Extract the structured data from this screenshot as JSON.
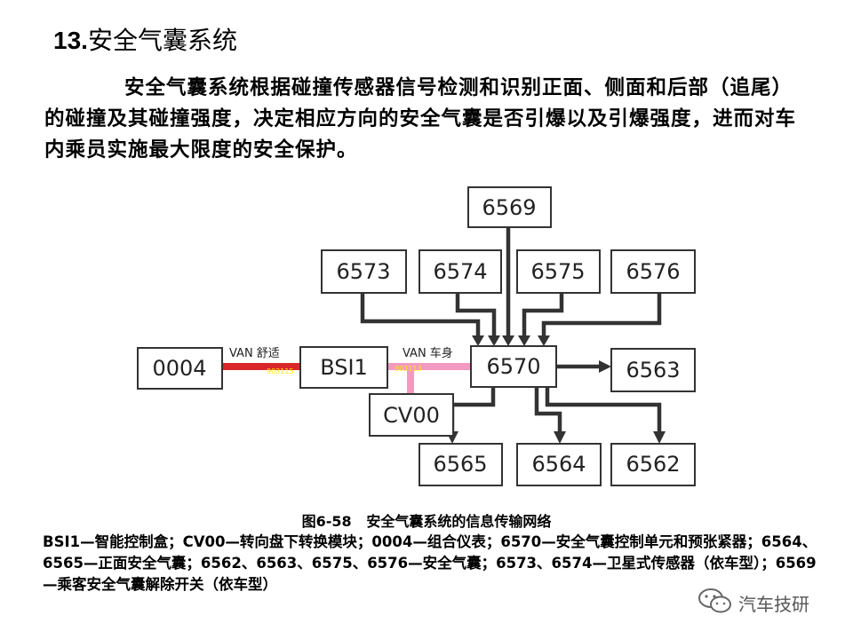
{
  "title": {
    "number": "13.",
    "text": "安全气囊系统"
  },
  "intro": "安全气囊系统根据碰撞传感器信号检测和识别正面、侧面和后部（追尾）的碰撞及其碰撞强度，决定相应方向的安全气囊是否引爆以及引爆强度，进而对车内乘员实施最大限度的安全保护。",
  "diagram": {
    "nodes": {
      "n6569": "6569",
      "n6573": "6573",
      "n6574": "6574",
      "n6575": "6575",
      "n6576": "6576",
      "n0004": "0004",
      "nBSI1": "BSI1",
      "n6570": "6570",
      "n6563": "6563",
      "nCV00": "CV00",
      "n6565": "6565",
      "n6564": "6564",
      "n6562": "6562"
    },
    "bus_comfort": {
      "label": "VAN 舒适",
      "code": "903115",
      "color": "#d9262a"
    },
    "bus_body": {
      "label": "VAN 车身",
      "code": "803113",
      "color": "#f29ac0"
    }
  },
  "caption": {
    "fig": "图6-58",
    "text": "安全气囊系统的信息传输网络"
  },
  "legend": "BSI1—智能控制盒；CV00—转向盘下转换模块；0004—组合仪表；6570—安全气囊控制单元和预张紧器；6564、6565—正面安全气囊；6562、6563、6575、6576—安全气囊；6573、6574—卫星式传感器（依车型）；6569—乘客安全气囊解除开关（依车型）",
  "watermark": {
    "text": "汽车技研",
    "icon": "wechat-icon"
  }
}
